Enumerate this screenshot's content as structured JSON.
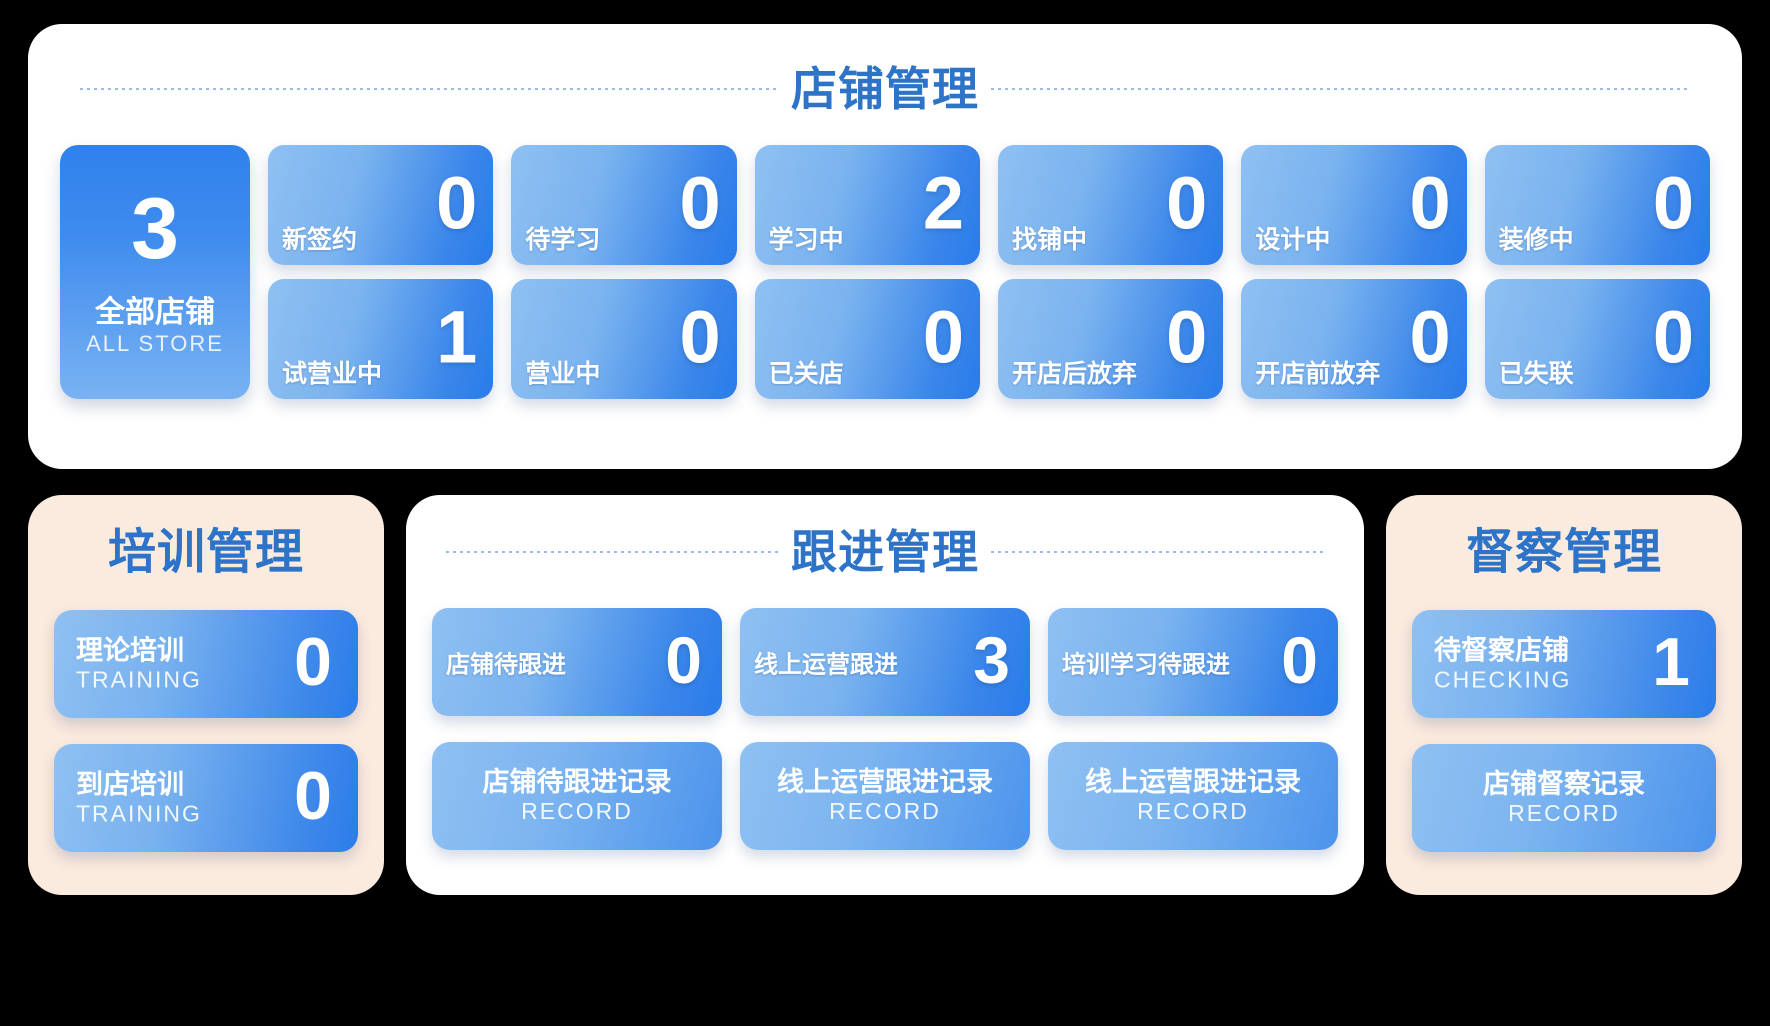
{
  "store": {
    "title": "店铺管理",
    "all_store": {
      "value": "3",
      "label_cn": "全部店铺",
      "label_en": "ALL STORE"
    },
    "row1": [
      {
        "label": "新签约",
        "value": "0"
      },
      {
        "label": "待学习",
        "value": "0"
      },
      {
        "label": "学习中",
        "value": "2"
      },
      {
        "label": "找铺中",
        "value": "0"
      },
      {
        "label": "设计中",
        "value": "0"
      },
      {
        "label": "装修中",
        "value": "0"
      }
    ],
    "row2": [
      {
        "label": "试营业中",
        "value": "1"
      },
      {
        "label": "营业中",
        "value": "0"
      },
      {
        "label": "已关店",
        "value": "0"
      },
      {
        "label": "开店后放弃",
        "value": "0"
      },
      {
        "label": "开店前放弃",
        "value": "0"
      },
      {
        "label": "已失联",
        "value": "0"
      }
    ]
  },
  "training": {
    "title": "培训管理",
    "cards": [
      {
        "label_cn": "理论培训",
        "label_en": "TRAINING",
        "value": "0"
      },
      {
        "label_cn": "到店培训",
        "label_en": "TRAINING",
        "value": "0"
      }
    ]
  },
  "follow": {
    "title": "跟进管理",
    "stats": [
      {
        "label": "店铺待跟进",
        "value": "0"
      },
      {
        "label": "线上运营跟进",
        "value": "3"
      },
      {
        "label": "培训学习待跟进",
        "value": "0"
      }
    ],
    "records": [
      {
        "label_cn": "店铺待跟进记录",
        "label_en": "RECORD"
      },
      {
        "label_cn": "线上运营跟进记录",
        "label_en": "RECORD"
      },
      {
        "label_cn": "线上运营跟进记录",
        "label_en": "RECORD"
      }
    ]
  },
  "inspect": {
    "title": "督察管理",
    "cards": [
      {
        "label_cn": "待督察店铺",
        "label_en": "CHECKING",
        "value": "1"
      }
    ],
    "records": [
      {
        "label_cn": "店铺督察记录",
        "label_en": "RECORD"
      }
    ]
  },
  "colors": {
    "accent_blue": "#2d74c8",
    "tile_blue_light": "#8fc0f2",
    "tile_blue_dark": "#2a7bea",
    "panel_peach": "#fbeade",
    "panel_white": "#ffffff",
    "background": "#000000"
  }
}
